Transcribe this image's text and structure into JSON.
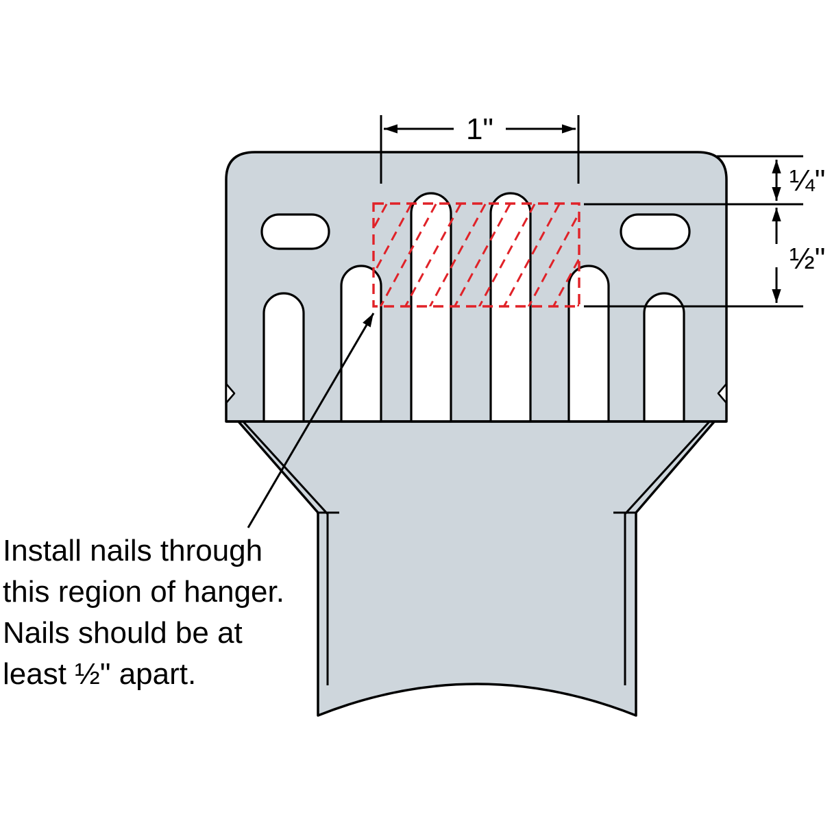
{
  "page": {
    "background": "#ffffff"
  },
  "diagram": {
    "name": "hanger-nailing-region-installation-diagram",
    "labels": {
      "top_width": "1\"",
      "top_offset": "¼\"",
      "region_height": "½\""
    },
    "note_lines": [
      "Install nails through",
      "this region of hanger.",
      "Nails should be at",
      "least ½\" apart."
    ],
    "colors": {
      "bracket_fill": "#ced6dc",
      "outline": "#000000",
      "nail_region": "#e02228",
      "text": "#000000",
      "background": "#ffffff"
    }
  }
}
